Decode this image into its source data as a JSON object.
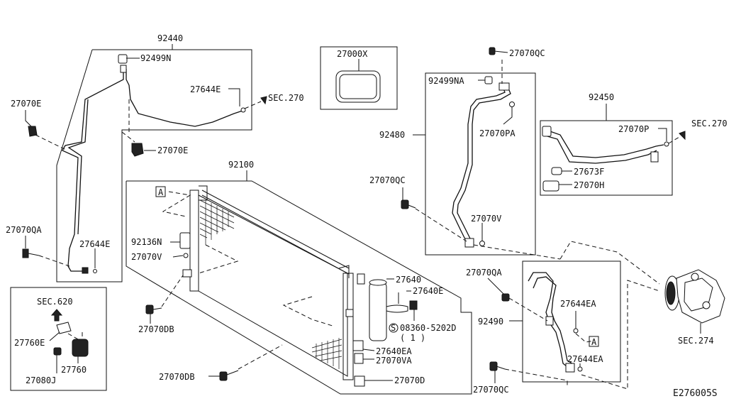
{
  "diagram_code": "E276005S",
  "labels": {
    "p92440": "92440",
    "p92499N": "92499N",
    "p27644E_top": "27644E",
    "sec270_left": "SEC.270",
    "p27070E_left": "27070E",
    "p27070E_mid": "27070E",
    "p27070QA_left": "27070QA",
    "p27644E_bottom": "27644E",
    "p27000X": "27000X",
    "p27070QC_top": "27070QC",
    "p92499NA": "92499NA",
    "p92480": "92480",
    "p27070PA": "27070PA",
    "p27070QC_mid": "27070QC",
    "p27070V_mid": "27070V",
    "p92450": "92450",
    "p27070P": "27070P",
    "sec270_right": "SEC.270",
    "p27673F": "27673F",
    "p27070H": "27070H",
    "p92100": "92100",
    "ref_A_left": "A",
    "p92136N": "92136N",
    "p27070V_left": "27070V",
    "p27070DB_left": "27070DB",
    "p27640": "27640",
    "p27640E": "27640E",
    "s_mark": "S",
    "p08360": "08360-5202D",
    "p08360_qty": "( 1 )",
    "p27640EA": "27640EA",
    "p27070VA": "27070VA",
    "p27070D": "27070D",
    "p27070DB_bottom": "27070DB",
    "sec620": "SEC.620",
    "p27760E": "27760E",
    "p27760": "27760",
    "p27080J": "27080J",
    "p27070QA_right": "27070QA",
    "p92490": "92490",
    "p27644EA_top": "27644EA",
    "ref_A_right": "A",
    "p27644EA_bottom": "27644EA",
    "p27070QC_bottom": "27070QC",
    "sec274": "SEC.274"
  }
}
